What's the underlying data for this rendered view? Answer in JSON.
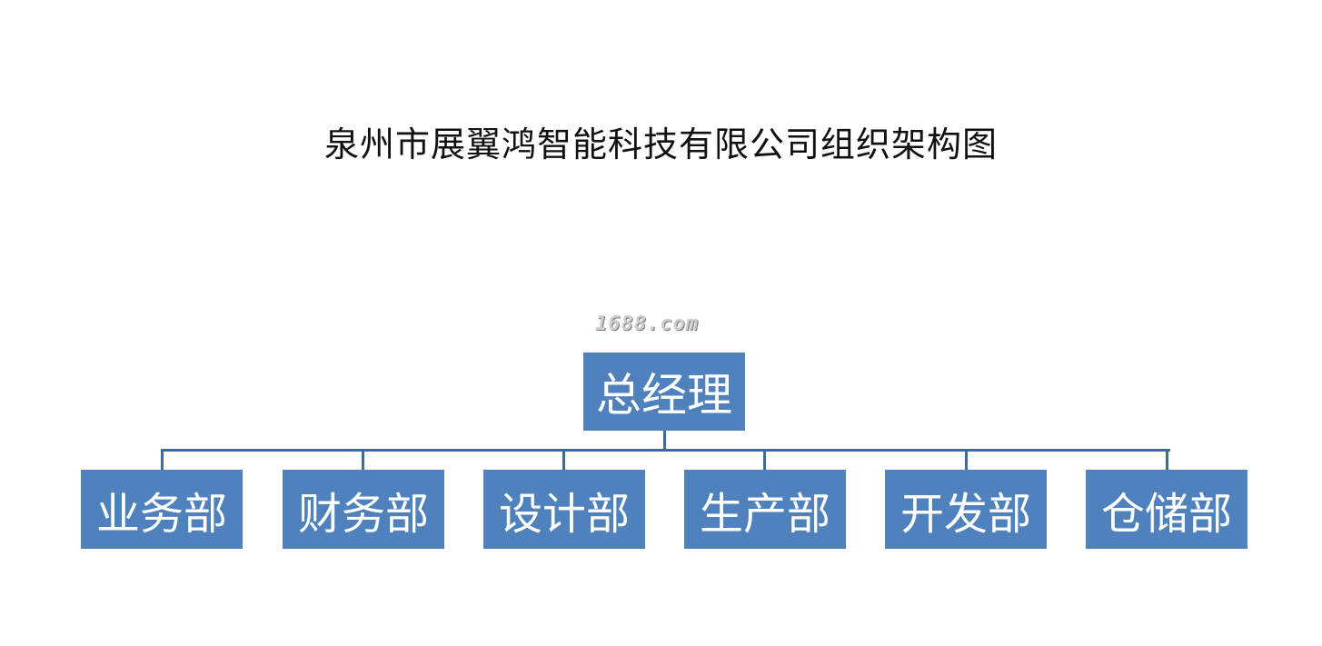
{
  "title": "泉州市展翼鸿智能科技有限公司组织架构图",
  "watermark": "1688.com",
  "org": {
    "root": "总经理",
    "departments": [
      "业务部",
      "财务部",
      "设计部",
      "生产部",
      "开发部",
      "仓储部"
    ]
  },
  "colors": {
    "box_fill": "#4f81bd",
    "connector": "#3e6a9c",
    "text_on_box": "#ffffff"
  }
}
